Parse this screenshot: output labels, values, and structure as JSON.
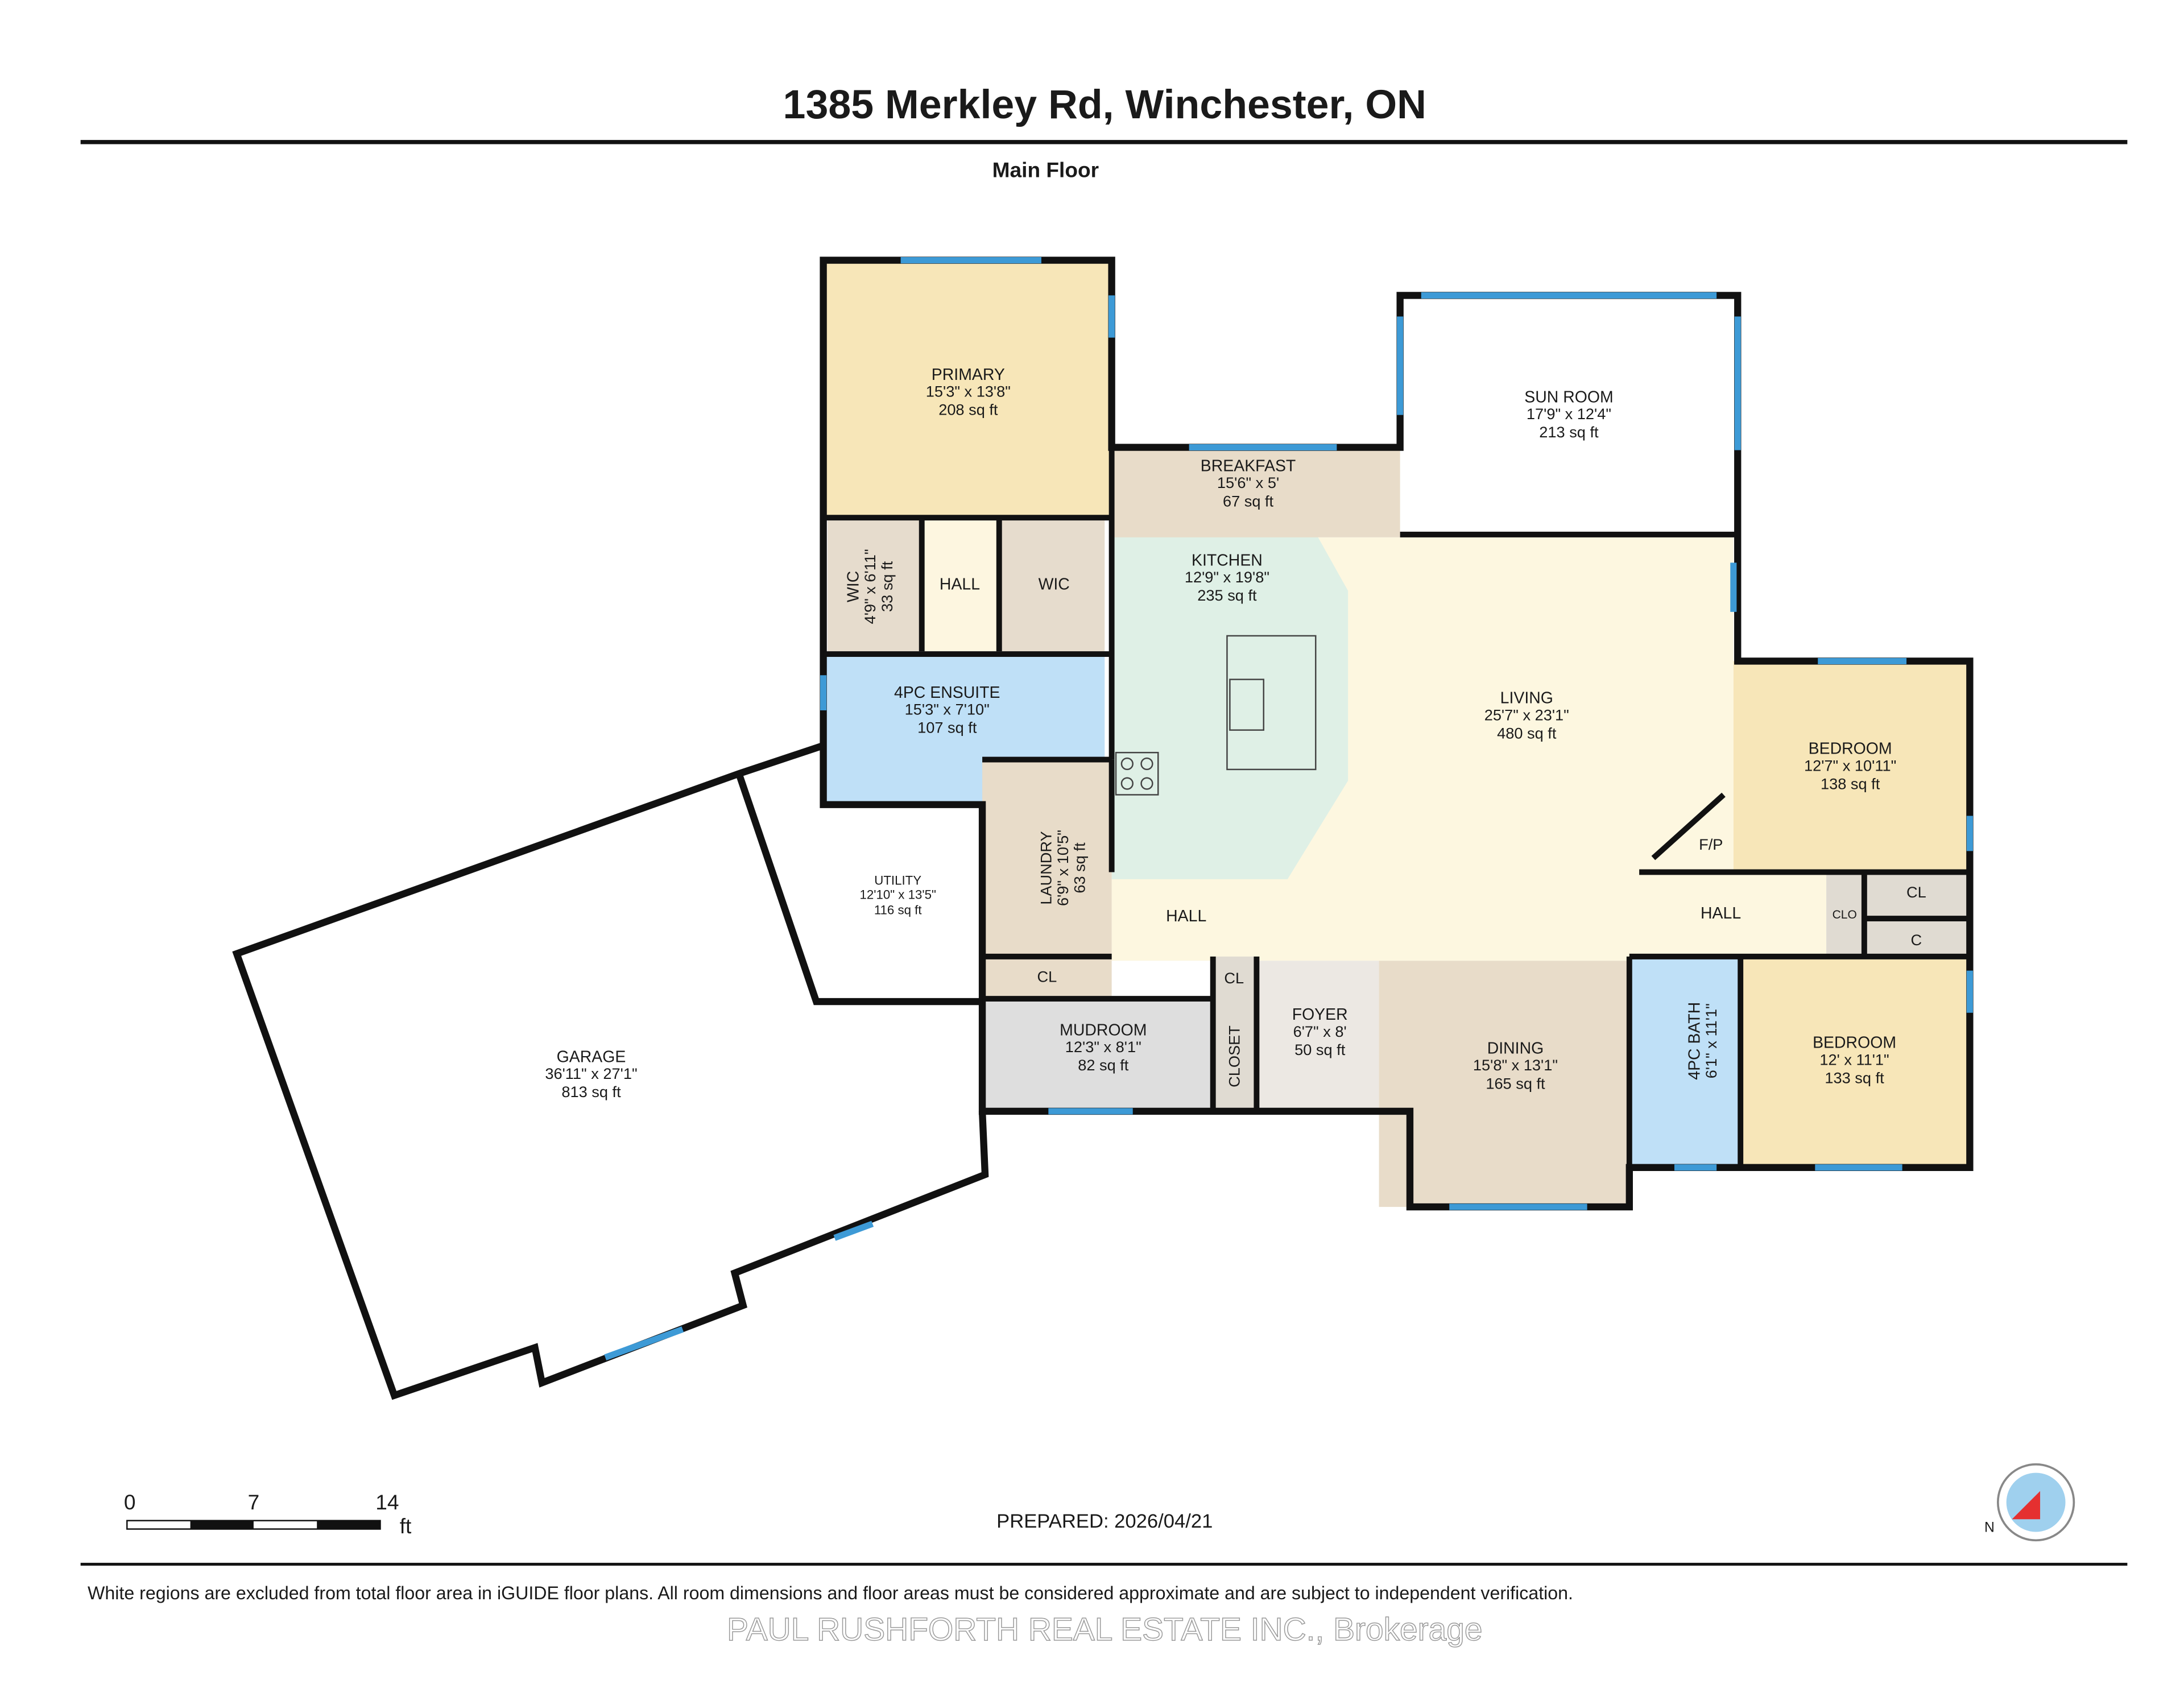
{
  "header": {
    "title": "1385 Merkley Rd, Winchester, ON",
    "floor": "Main Floor"
  },
  "colors": {
    "bedroom": "#f7e6b8",
    "bath": "#bfe0f7",
    "kitchen": "#dff0e6",
    "living": "#fdf7e0",
    "tan": "#e8dcc9",
    "grey": "#dedede",
    "window": "#3d9ad6"
  },
  "rooms": {
    "primary": {
      "name": "PRIMARY",
      "dims": "15'3\" x 13'8\"",
      "area": "208 sq ft"
    },
    "wic1": {
      "name": "WIC",
      "dims": "4'9\" x 6'11\"",
      "area": "33 sq ft"
    },
    "hall1": {
      "name": "HALL"
    },
    "wic2": {
      "name": "WIC"
    },
    "ensuite": {
      "name": "4PC ENSUITE",
      "dims": "15'3\" x 7'10\"",
      "area": "107 sq ft"
    },
    "breakfast": {
      "name": "BREAKFAST",
      "dims": "15'6\" x 5'",
      "area": "67 sq ft"
    },
    "sunroom": {
      "name": "SUN ROOM",
      "dims": "17'9\" x 12'4\"",
      "area": "213 sq ft"
    },
    "kitchen": {
      "name": "KITCHEN",
      "dims": "12'9\" x 19'8\"",
      "area": "235 sq ft"
    },
    "living": {
      "name": "LIVING",
      "dims": "25'7\" x 23'1\"",
      "area": "480 sq ft"
    },
    "bedroom1": {
      "name": "BEDROOM",
      "dims": "12'7\" x 10'11\"",
      "area": "138 sq ft"
    },
    "fp": {
      "name": "F/P"
    },
    "cl1": {
      "name": "CL"
    },
    "clo": {
      "name": "CLO"
    },
    "c": {
      "name": "C"
    },
    "hall2": {
      "name": "HALL"
    },
    "hall3": {
      "name": "HALL"
    },
    "utility": {
      "name": "UTILITY",
      "dims": "12'10\" x 13'5\"",
      "area": "116 sq ft"
    },
    "laundry": {
      "name": "LAUNDRY",
      "dims": "6'9\" x 10'5\"",
      "area": "63 sq ft"
    },
    "cl2": {
      "name": "CL"
    },
    "mudroom": {
      "name": "MUDROOM",
      "dims": "12'3\" x 8'1\"",
      "area": "82 sq ft"
    },
    "cl3": {
      "name": "CL"
    },
    "closet": {
      "name": "CLOSET"
    },
    "foyer": {
      "name": "FOYER",
      "dims": "6'7\" x 8'",
      "area": "50 sq ft"
    },
    "dining": {
      "name": "DINING",
      "dims": "15'8\" x 13'1\"",
      "area": "165 sq ft"
    },
    "bath": {
      "name": "4PC BATH",
      "dims": "6'1\" x 11'1\""
    },
    "bedroom2": {
      "name": "BEDROOM",
      "dims": "12' x 11'1\"",
      "area": "133 sq ft"
    },
    "garage": {
      "name": "GARAGE",
      "dims": "36'11\" x 27'1\"",
      "area": "813 sq ft"
    }
  },
  "scale": {
    "ticks": [
      "0",
      "7",
      "14"
    ],
    "unit": "ft"
  },
  "prepared": "PREPARED: 2026/04/21",
  "compass": {
    "label": "N",
    "icon": "compass-icon"
  },
  "disclaimer": "White regions are excluded from total floor area in iGUIDE floor plans. All room dimensions and floor areas must be considered approximate and are subject to independent verification.",
  "watermark": "PAUL RUSHFORTH REAL ESTATE INC., Brokerage"
}
